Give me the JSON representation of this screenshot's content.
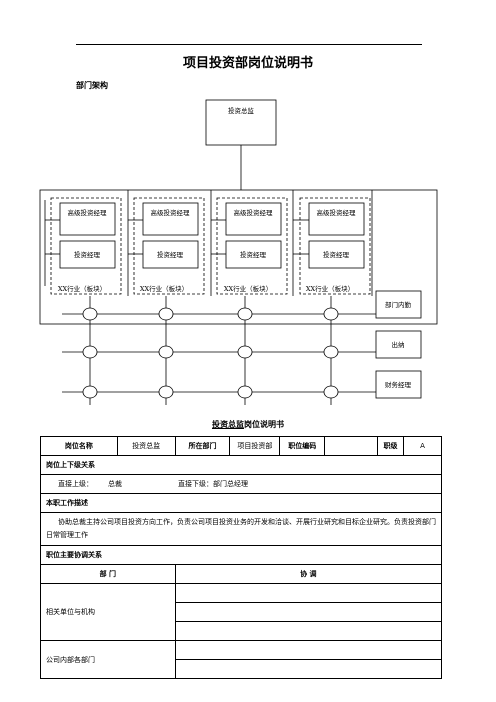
{
  "page": {
    "title": "项目投资部岗位说明书",
    "section_label": "部门架构",
    "subtitle_name": "投资总监",
    "subtitle_rest": "岗位说明书"
  },
  "org": {
    "top": "投资总监",
    "senior": "高级投资经理",
    "manager": "投资经理",
    "sector": "XX行业（板块）",
    "right_boxes": [
      "部门内勤",
      "出纳",
      "财务经理"
    ]
  },
  "form": {
    "row1": {
      "label_name": "岗位名称",
      "name": "投资总监",
      "label_dept": "所在部门",
      "dept": "项目投资部",
      "label_code": "职位编码",
      "code": "",
      "label_level": "职级",
      "level": "A"
    },
    "relation_header": "岗位上下级关系",
    "superior_label": "直接上级：",
    "superior": "总裁",
    "subordinate": "直接下级：部门总经理",
    "duty_header": "本职工作描述",
    "duty_text": "协助总裁主持公司项目投资方向工作，负责公司项目投资业务的开发和洽谈、开展行业研究和目标企业研究。负责投资部门日常管理工作",
    "coord_header": "职位主要协调关系",
    "col_dept": "部    门",
    "col_coord": "协    调",
    "group1": "相关单位与机构",
    "group2": "公司内部各部门"
  }
}
